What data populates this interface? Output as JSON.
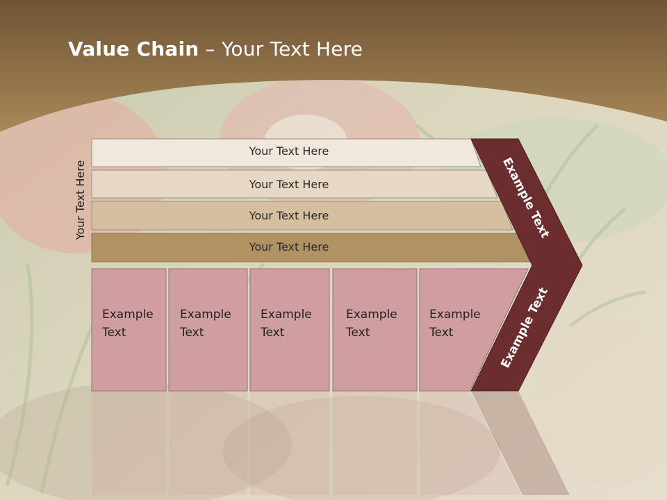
{
  "slide": {
    "title_bold": "Value Chain",
    "title_rest": " – Your Text Here",
    "side_label": "Your Text Here",
    "bands": [
      {
        "label": "Your Text Here"
      },
      {
        "label": "Your Text Here"
      },
      {
        "label": "Your Text Here"
      },
      {
        "label": "Your Text Here"
      }
    ],
    "boxes": [
      {
        "line1": "Example",
        "line2": "Text"
      },
      {
        "line1": "Example",
        "line2": "Text"
      },
      {
        "line1": "Example",
        "line2": "Text"
      },
      {
        "line1": "Example",
        "line2": "Text"
      },
      {
        "line1": "Example",
        "line2": "Text"
      }
    ],
    "chevron_upper": "Example Text",
    "chevron_lower": "Example Text"
  },
  "colors": {
    "header_brown": "#8a6d45",
    "band_1": "#f0e7dd",
    "band_2": "#e6d8c5",
    "band_3": "#d6bf9f",
    "band_4": "#b19263",
    "box_pink": "#d09ea0",
    "chevron": "#6b2d2e"
  }
}
